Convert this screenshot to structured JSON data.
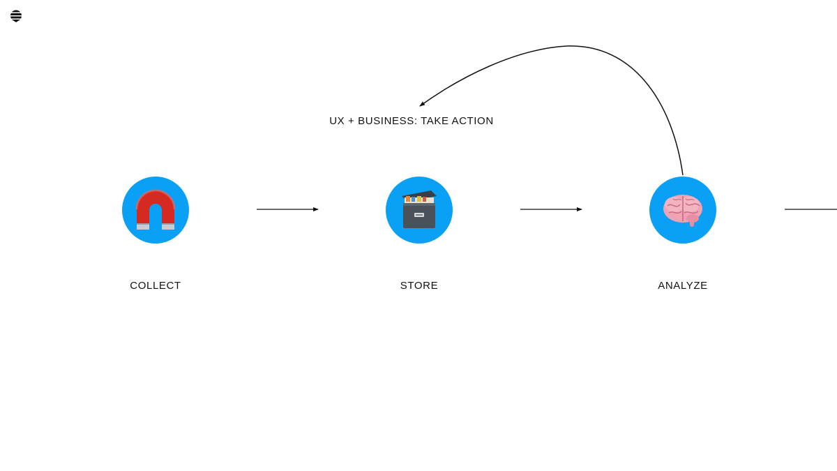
{
  "header": {
    "logo_icon": "stacked-lines-icon"
  },
  "colors": {
    "node_fill": "#0aa0f5",
    "arrow": "#111111",
    "text": "#111111"
  },
  "stages": [
    {
      "label": "COLLECT",
      "icon": "magnet-icon"
    },
    {
      "label": "STORE",
      "icon": "file-cabinet-icon"
    },
    {
      "label": "ANALYZE",
      "icon": "brain-icon"
    }
  ],
  "feedback": {
    "label": "UX + BUSINESS: TAKE ACTION"
  }
}
